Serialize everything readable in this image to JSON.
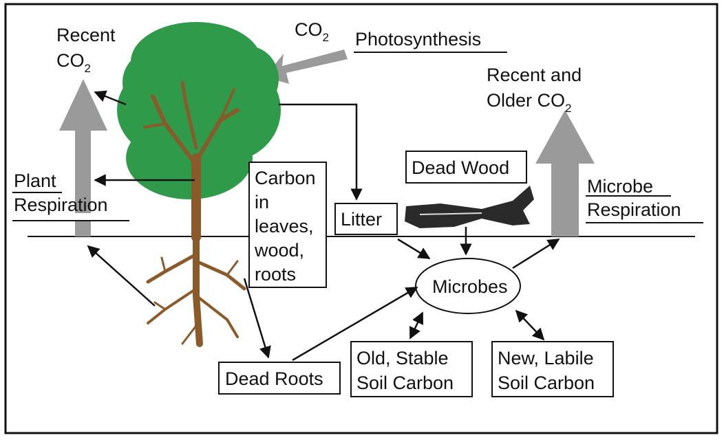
{
  "labels": {
    "recent_co2_left": {
      "line1": "Recent",
      "line2_base": "CO",
      "line2_sub": "2"
    },
    "co2_top": {
      "base": "CO",
      "sub": "2"
    },
    "photosynthesis": "Photosynthesis",
    "recent_older_co2": {
      "line1": "Recent and",
      "line2_base": "Older CO",
      "line2_sub": "2"
    },
    "plant_respiration": {
      "line1": "Plant",
      "line2": "Respiration"
    },
    "microbe_respiration": {
      "line1": "Microbe",
      "line2": "Respiration"
    },
    "dead_wood": "Dead Wood",
    "carbon_box": [
      "Carbon",
      "in",
      "leaves,",
      "wood,",
      "roots"
    ],
    "litter": "Litter",
    "microbes": "Microbes",
    "dead_roots": "Dead Roots",
    "old_stable": {
      "line1": "Old, Stable",
      "line2": "Soil Carbon"
    },
    "new_labile": {
      "line1": "New, Labile",
      "line2": "Soil Carbon"
    }
  },
  "colors": {
    "canopy": "#2e9a4a",
    "trunk": "#8a5a2b",
    "grey_arrow": "#9a9a9a",
    "log": "#2a2a2a"
  }
}
